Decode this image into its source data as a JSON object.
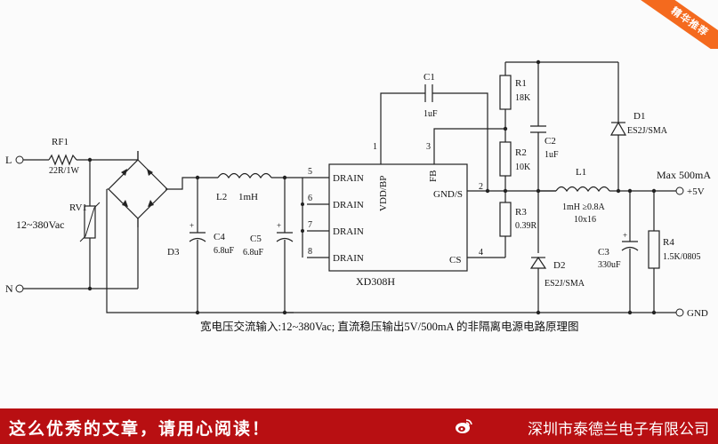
{
  "badge": "精华推荐",
  "labels": {
    "L": "L",
    "N": "N",
    "RF1": "RF1",
    "RF1_val": "22R/1W",
    "RV1": "RV1",
    "input_range": "12~380Vac",
    "D3": "D3",
    "L2": "L2",
    "L2_val": "1mH",
    "C4": "C4",
    "C4_val": "6.8uF",
    "C5": "C5",
    "C5_val": "6.8uF",
    "pin5": "5",
    "pin6": "6",
    "pin7": "7",
    "pin8": "8",
    "drain1": "DRAIN",
    "drain2": "DRAIN",
    "drain3": "DRAIN",
    "drain4": "DRAIN",
    "vdd": "VDD/BP",
    "fb": "FB",
    "gnds": "GND/S",
    "cs": "CS",
    "pin1": "1",
    "pin2": "2",
    "pin3": "3",
    "pin4": "4",
    "ic": "XD308H",
    "C1": "C1",
    "C1_val": "1uF",
    "R1": "R1",
    "R1_val": "18K",
    "R2": "R2",
    "R2_val": "10K",
    "R3": "R3",
    "R3_val": "0.39R",
    "C2": "C2",
    "C2_val": "1uF",
    "L1": "L1",
    "L1_val1": "1mH ≥0.8A",
    "L1_val2": "10x16",
    "D1": "D1",
    "D1_val": "ES2J/SMA",
    "D2": "D2",
    "D2_val": "ES2J/SMA",
    "C3": "C3",
    "C3_val": "330uF",
    "R4": "R4",
    "R4_val": "1.5K/0805",
    "max": "Max 500mA",
    "out": "+5V",
    "gnd": "GND",
    "caption": "宽电压交流输入:12~380Vac; 直流稳压输出5V/500mA 的非隔离电源电路原理图"
  },
  "footer": {
    "slogan": "这么优秀的文章，请用心阅读！",
    "company": "深圳市泰德兰电子有限公司"
  }
}
